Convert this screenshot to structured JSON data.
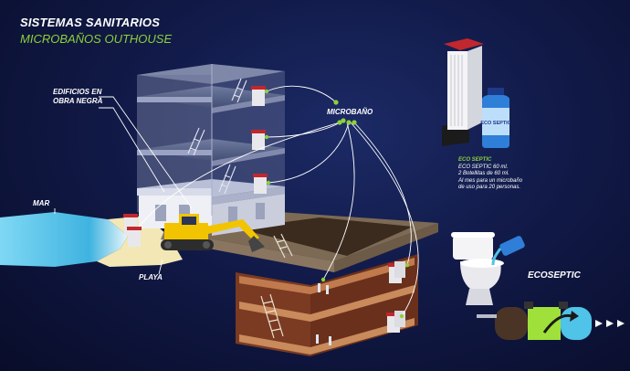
{
  "title": "SISTEMAS SANITARIOS",
  "subtitle": "MICROBAÑOS OUTHOUSE",
  "labels": {
    "buildings": [
      "EDIFICIOS EN",
      "OBRA NEGRA"
    ],
    "microbano": "MICROBAÑO",
    "mar": "MAR",
    "playa": "PLAYA",
    "ecoseptic": "ECOSEPTIC"
  },
  "product": {
    "heading": "ECO SEPTIC",
    "lines": [
      "ECO SEPTIC 60 ml.",
      "2 Botellitas de 60 ml.",
      "Al mes para un microbaño",
      "de uso para 20 personas."
    ],
    "bottle_text": "ECO SEPTIC"
  },
  "colors": {
    "accent_green": "#8dd13b",
    "background": "#111a48",
    "sea": "#4fc3e8",
    "sand": "#f2e7b5",
    "excavator": "#f2c400",
    "toilet_red": "#c1272d"
  }
}
